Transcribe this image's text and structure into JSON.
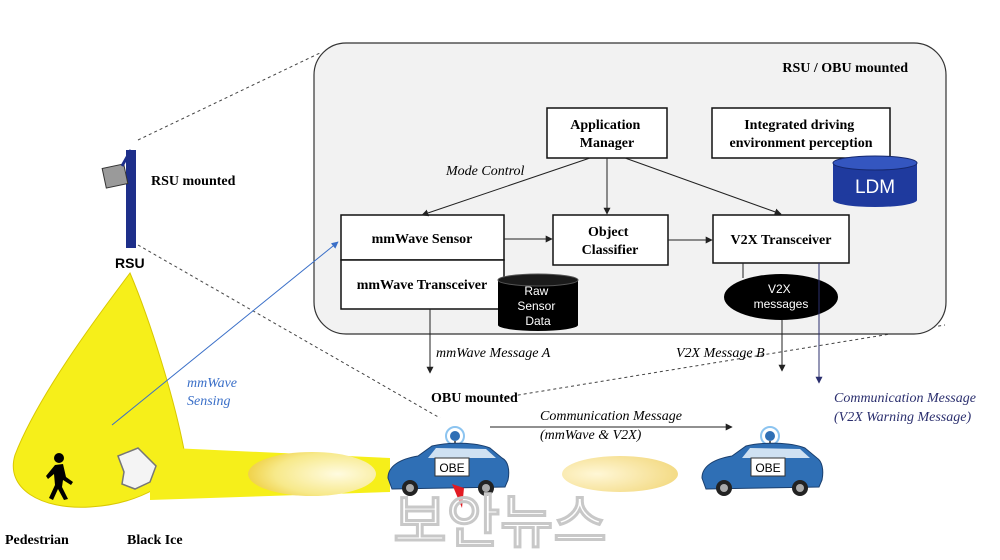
{
  "panel": {
    "title": "RSU / OBU mounted"
  },
  "boxes": {
    "app_manager": [
      "Application",
      "Manager"
    ],
    "integrated": [
      "Integrated driving",
      "environment perception"
    ],
    "mmwave_sensor": "mmWave Sensor",
    "mmwave_transceiver": "mmWave Transceiver",
    "object_classifier": [
      "Object",
      "Classifier"
    ],
    "v2x_transceiver": "V2X Transceiver"
  },
  "stores": {
    "ldm": "LDM",
    "raw": [
      "Raw",
      "Sensor",
      "Data"
    ],
    "v2x_messages": [
      "V2X",
      "messages"
    ]
  },
  "labels": {
    "mode_control": "Mode Control",
    "rsu_mounted": "RSU mounted",
    "rsu": "RSU",
    "mmwave_msg_a": "mmWave Message A",
    "v2x_msg_b": "V2X Message B",
    "obu_mounted": "OBU mounted",
    "mmwave_sensing": [
      "mmWave",
      "Sensing"
    ],
    "comm_msg_center": [
      "Communication Message",
      "(mmWave & V2X)"
    ],
    "comm_msg_right": [
      "Communication Message",
      "(V2X Warning Message)"
    ],
    "pedestrian": "Pedestrian",
    "black_ice": "Black Ice",
    "obe_1": "OBE",
    "obe_2": "OBE",
    "watermark": "보안뉴스"
  },
  "colors": {
    "beam": "#f6ef1a",
    "sensing_blue": "#3a6fc8",
    "dark_navy": "#2b2f6e",
    "ldm_blue": "#1f3a9e",
    "car_blue": "#2f6fb5",
    "panel_bg": "#f2f2f2"
  }
}
